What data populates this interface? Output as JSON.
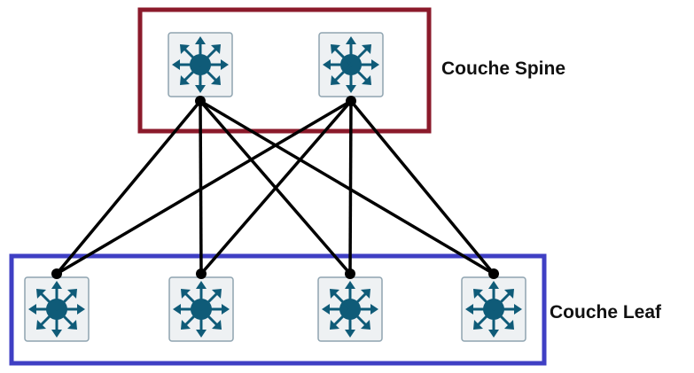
{
  "layers": {
    "spine": {
      "label": "Couche Spine",
      "border_color": "#8b1a2b",
      "node_count": 2
    },
    "leaf": {
      "label": "Couche Leaf",
      "border_color": "#3f3fc4",
      "node_count": 4
    }
  },
  "topology": "full-mesh-spine-to-leaf",
  "colors": {
    "switch_fill": "#0f5b78",
    "switch_tile_bg": "#eef1f3",
    "switch_tile_border": "#8fa4b0",
    "link": "#000000"
  },
  "icons": {
    "node": "layer3-switch-icon"
  }
}
